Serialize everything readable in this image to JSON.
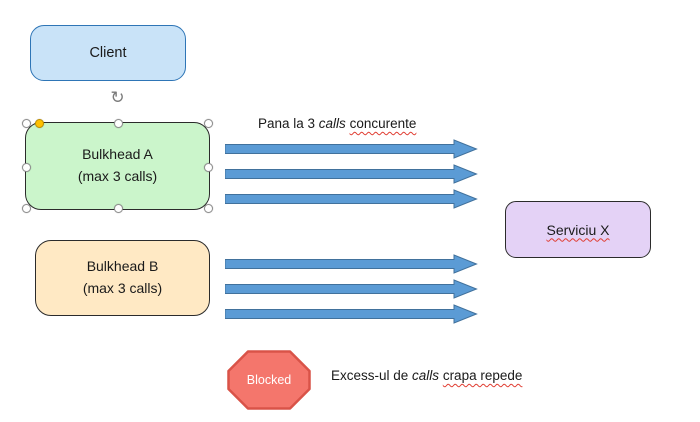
{
  "nodes": {
    "client": {
      "label": "Client",
      "fill": "#C9E3F8",
      "border": "#2E75B6"
    },
    "bulkhead_a": {
      "line1": "Bulkhead A",
      "line2": "(max 3 calls)",
      "fill": "#CBF5CB",
      "border": "#2b2b2b",
      "selected": true
    },
    "bulkhead_b": {
      "line1": "Bulkhead B",
      "line2": "(max 3 calls)",
      "fill": "#FFE9C4",
      "border": "#2b2b2b"
    },
    "service": {
      "label": "Serviciu X",
      "fill": "#E4D2F6",
      "border": "#2b2b2b"
    },
    "blocked": {
      "label": "Blocked",
      "fill": "#F4766C",
      "border": "#D95348"
    }
  },
  "captions": {
    "top": {
      "pre": "Pana la 3 ",
      "italic": "calls ",
      "post": "concurente"
    },
    "bottom": {
      "pre": "Excess-ul de ",
      "italic": "calls ",
      "post": "crapa repede"
    }
  },
  "arrows": {
    "groups": 2,
    "per_group": 3,
    "fill": "#5B9BD5",
    "border": "#41719C"
  }
}
